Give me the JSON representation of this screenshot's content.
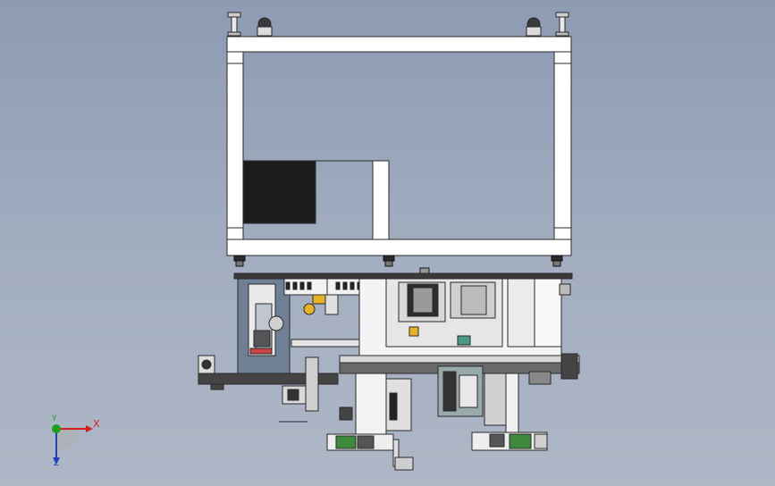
{
  "viewport": {
    "background_top": "#8d9bb3",
    "background_bottom": "#aeb7c6"
  },
  "model": {
    "frame_color": "#ffffff",
    "edge_color": "#2a2a2a",
    "plate_color": "#1c1c1c",
    "panel_color": "#6f7f94",
    "parts_colors": {
      "green_motor": "#3d8a3d",
      "yellow_part": "#e6b422",
      "teal_part": "#4a9a86"
    }
  },
  "triad": {
    "x_label": "X",
    "y_label": "Y",
    "z_label": "Z",
    "x_color": "#d62020",
    "y_color": "#20a020",
    "z_color": "#2040c0"
  }
}
